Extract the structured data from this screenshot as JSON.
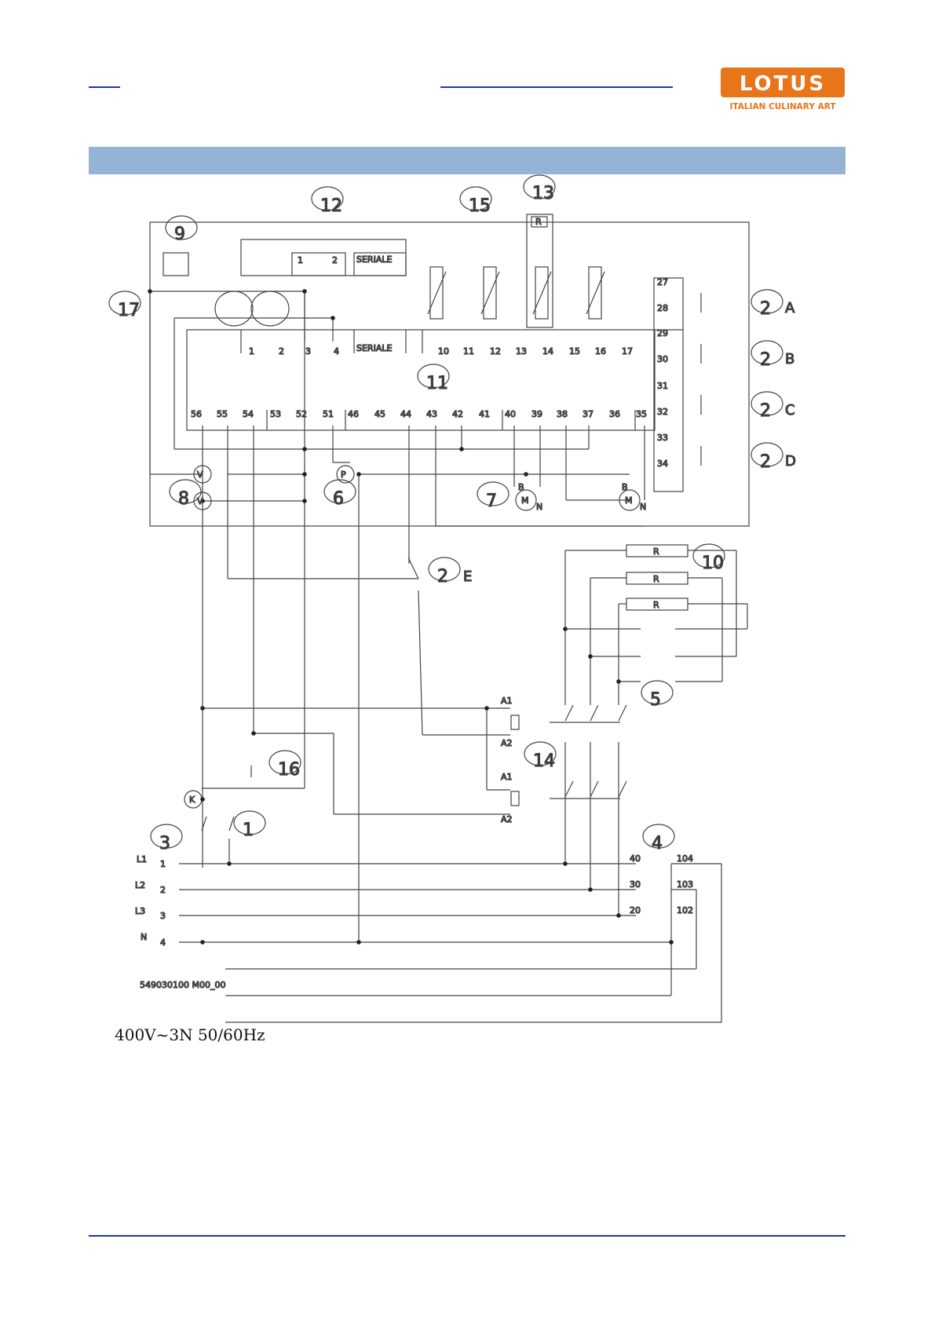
{
  "brand": {
    "logo_text": "LOTUS",
    "tagline": "ITALIAN CULINARY ART",
    "color": "#e8751a"
  },
  "diagram": {
    "callouts": [
      "1",
      "2",
      "3",
      "4",
      "5",
      "6",
      "7",
      "8",
      "9",
      "10",
      "11",
      "12",
      "13",
      "14",
      "15",
      "16",
      "17"
    ],
    "switch_suffixes": [
      "A",
      "B",
      "C",
      "D",
      "E"
    ],
    "serial_label": "SERIALE",
    "top_terminals": [
      "1",
      "2",
      "3",
      "4",
      "10",
      "11",
      "12",
      "13",
      "14",
      "15",
      "16",
      "17"
    ],
    "bottom_terminals": [
      "56",
      "55",
      "54",
      "53",
      "52",
      "51",
      "46",
      "45",
      "44",
      "43",
      "42",
      "41",
      "40",
      "39",
      "38",
      "37",
      "36",
      "35"
    ],
    "right_terminals": [
      "27",
      "28",
      "29",
      "30",
      "31",
      "32",
      "33",
      "34"
    ],
    "mains_lines": [
      "L1",
      "L2",
      "L3",
      "N"
    ],
    "mains_numbers": [
      "1",
      "2",
      "3",
      "4"
    ],
    "terminal_block_left": [
      "40",
      "30",
      "20"
    ],
    "terminal_block_right": [
      "104",
      "103",
      "102"
    ],
    "contactor_labels": [
      "A1",
      "A2"
    ],
    "code": "549030100 M00_00",
    "symbols": {
      "V": "V",
      "P": "P",
      "M": "M",
      "R": "R",
      "K": "K",
      "B": "B",
      "N": "N"
    }
  },
  "footer": {
    "supply": "400V~3N 50/60Hz"
  }
}
